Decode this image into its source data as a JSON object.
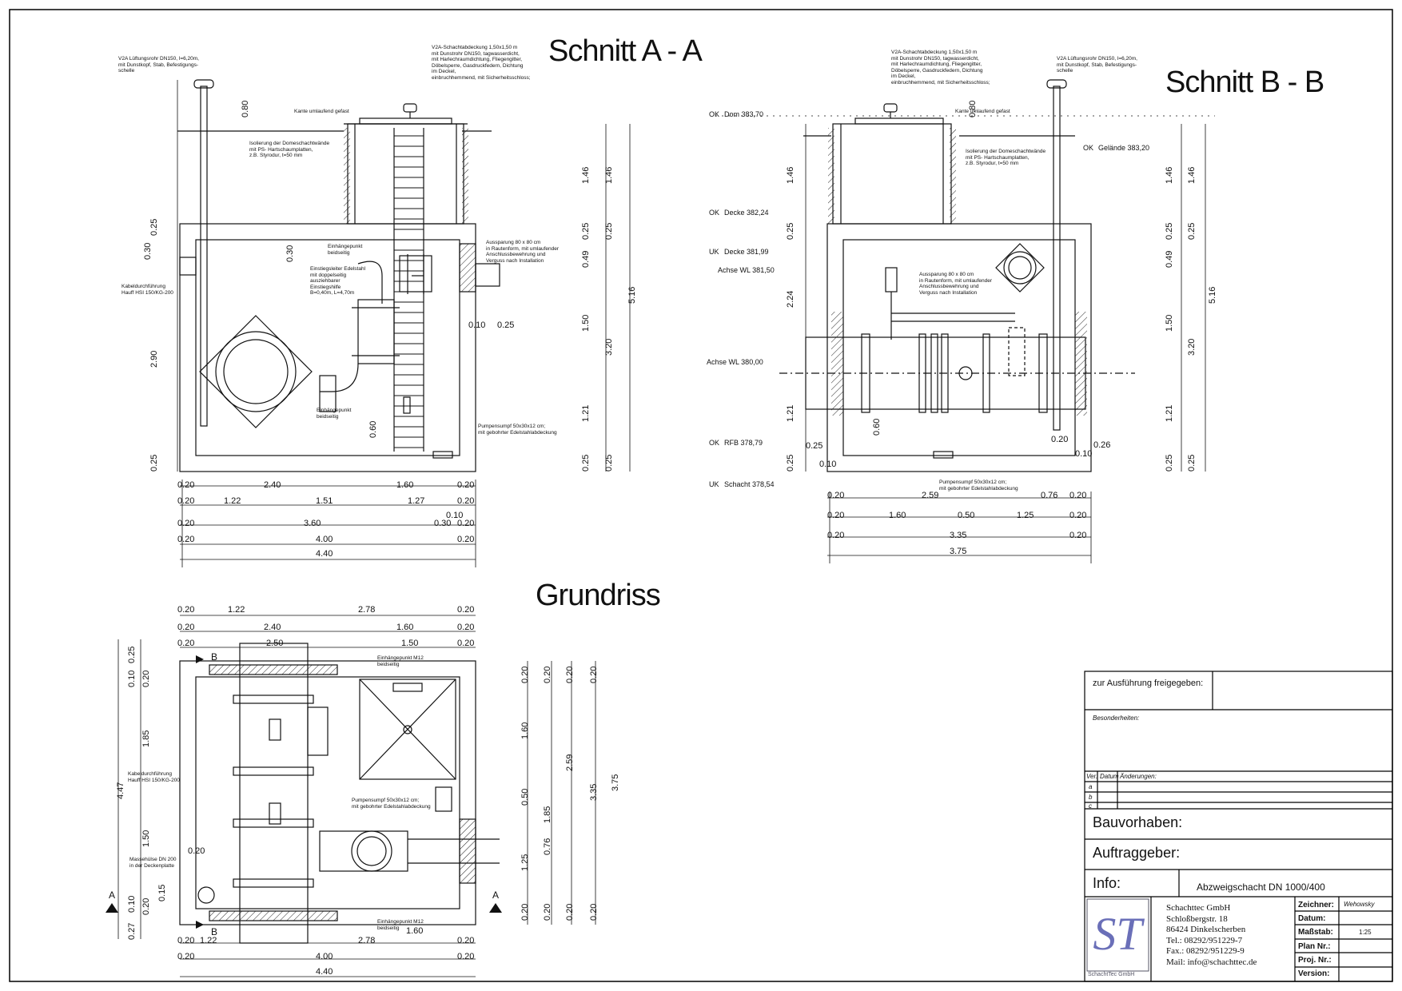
{
  "titles": {
    "schnitt_aa": "Schnitt A - A",
    "schnitt_bb": "Schnitt B - B",
    "grundriss": "Grundriss"
  },
  "section_aa": {
    "notes": {
      "vent_pipe": "V2A Lüftungsrohr DN150, l=6,20m,\nmit Dunstkopf, Stab, Befestigungs-\nschelle",
      "shaft_cover": "V2A-Schachtabdeckung 1,50x1,50 m\nmit Dunstrohr DN150, tagwasserdicht,\nmit Harlechraumdichtung, Fliegengitter,\nDöbelsperre, Gasdruckfedern, Dichtung\nim Deckel,\neinbruchhemmend, mit Sicherheitsschloss;",
      "edge": "Kante umlaufend gefast",
      "insulation": "Isolierung der Domeschachtwände\nmit PS- Hartschaumplatten,\nz.B. Styrodur, t=50 mm",
      "opening": "Aussparung 80 x 80 cm\nin Rautenform, mit umlaufender\nAnschlussbewehrung und\nVerguss nach Installation",
      "anchor_top": "Einhängepunkt\nbeidseitig",
      "ladder": "Einstiegsleiter Edelstahl\nmit doppelseitig\nausziehbarer\nEinstiegshilfe\nB=0,40m, L=4,70m",
      "cable": "Kabeldurchführung\nHauff HSI 150/KG-200",
      "anchor_bottom": "Einhängepunkt\nbeidseitig",
      "sump": "Pumpensumpf 50x30x12 cm;\nmit gebohrter Edelstahlabdeckung"
    },
    "vdims_left": [
      "0.80",
      "0.30",
      "0.25",
      "0.30",
      "2.90",
      "0.25"
    ],
    "vdims_right1": [
      "1.46",
      "0.25",
      "0.49",
      "1.50",
      "1.21",
      "0.25"
    ],
    "vdims_right2": [
      "1.46",
      "0.25",
      "3.20",
      "0.25"
    ],
    "vdim_total": "5.16",
    "dims_inner": [
      "0.10",
      "0.25",
      "0.60"
    ],
    "hdims": {
      "r1": [
        "0.20",
        "2.40",
        "1.60",
        "0.20"
      ],
      "r2": [
        "0.20",
        "1.22",
        "1.51",
        "1.27",
        "0.20"
      ],
      "r3": [
        "0.20",
        "3.60",
        "0.10",
        "0.30",
        "0.20"
      ],
      "r4": [
        "0.20",
        "4.00",
        "0.20"
      ],
      "r5": [
        "4.40"
      ]
    }
  },
  "section_bb": {
    "levels": [
      {
        "tag": "OK",
        "text": "Dom 383,70"
      },
      {
        "tag": "OK",
        "text": "Decke 382,24"
      },
      {
        "tag": "UK",
        "text": "Decke 381,99"
      },
      {
        "tag": "",
        "text": "Achse WL 381,50"
      },
      {
        "tag": "",
        "text": "Achse WL 380,00"
      },
      {
        "tag": "OK",
        "text": "RFB 378,79"
      },
      {
        "tag": "UK",
        "text": "Schacht 378,54"
      }
    ],
    "ground": {
      "tag": "OK",
      "text": "Gelände 383,20"
    },
    "notes": {
      "shaft_cover": "V2A-Schachtabdeckung 1,50x1,50 m\nmit Dunstrohr DN150, tagwasserdicht,\nmit Harlechraumdichtung, Fliegengitter,\nDöbelsperre, Gasdruckfedern, Dichtung\nim Deckel,\neinbruchhemmend, mit Sicherheitsschloss;",
      "vent_pipe": "V2A Lüftungsrohr DN150, l=6,20m,\nmit Dunstkopf, Stab, Befestigungs-\nschelle",
      "edge": "Kante umlaufend gefast",
      "insulation": "Isolierung der Domeschachtwände\nmit PS- Hartschaumplatten,\nz.B. Styrodur, t=50 mm",
      "opening": "Aussparung 80 x 80 cm\nin Rautenform, mit umlaufender\nAnschlussbewehrung und\nVerguss nach Installation",
      "sump": "Pumpensumpf 50x30x12 cm;\nmit gebohrter Edelstahlabdeckung"
    },
    "vdims_left": [
      "0.80",
      "1.46",
      "0.25",
      "2.24",
      "1.21",
      "0.25"
    ],
    "vdims_right1": [
      "1.46",
      "0.25",
      "0.49",
      "1.50",
      "1.21",
      "0.25"
    ],
    "vdims_right2": [
      "1.46",
      "0.25",
      "3.20",
      "0.25"
    ],
    "vdim_total": "5.16",
    "dims_inner": [
      "0.25",
      "0.10",
      "0.60",
      "0.20",
      "0.10",
      "0.26"
    ],
    "hdims": {
      "r1": [
        "0.20",
        "2.59",
        "0.76",
        "0.20"
      ],
      "r2": [
        "0.20",
        "1.60",
        "0.50",
        "1.25",
        "0.20"
      ],
      "r3": [
        "0.20",
        "3.35",
        "0.20"
      ],
      "r4": [
        "3.75"
      ]
    }
  },
  "grundriss": {
    "notes": {
      "anchor_top": "Einhängepunkt M12\nbeidseitig",
      "anchor_bottom": "Einhängepunkt M12\nbeidseitig",
      "cable": "Kabeldurchführung\nHauff HSI 150/KG-200",
      "sump": "Pumpensumpf 50x30x12 cm;\nmit gebohrter Edelstahlabdeckung",
      "vent_hole": "Massehülse DN 200\nin der Deckenplatte"
    },
    "section_marks": [
      "B",
      "B",
      "A",
      "A"
    ],
    "hdims_top": {
      "r1": [
        "0.20",
        "1.22",
        "2.78",
        "0.20"
      ],
      "r2": [
        "0.20",
        "2.40",
        "1.60",
        "0.20"
      ],
      "r3": [
        "0.20",
        "2.50",
        "1.50",
        "0.20"
      ]
    },
    "hdims_bottom": {
      "r1": [
        "0.20",
        "1.22",
        "2.78",
        "0.20"
      ],
      "r2": [
        "0.20",
        "4.00",
        "0.20"
      ],
      "r3": [
        "4.40"
      ]
    },
    "inner_dims": [
      "1.60",
      "0.20",
      "0.15"
    ],
    "vdims_left1": [
      "0.25",
      "0.10",
      "0.20",
      "1.85",
      "1.50",
      "0.10",
      "0.20",
      "0.27"
    ],
    "vdim_left_total": "4.47",
    "vdims_right1": [
      "0.20",
      "1.60",
      "0.50",
      "1.25",
      "0.20"
    ],
    "vdims_right2": [
      "0.20",
      "2.59",
      "0.76",
      "0.20"
    ],
    "vdims_right3": [
      "0.20",
      "3.35",
      "0.20"
    ],
    "vdims_right4": [
      "0.20",
      "1.85",
      "0.20"
    ],
    "vdim_total": "3.75"
  },
  "title_block": {
    "release": "zur Ausführung freigegeben:",
    "remarks": "Besonderheiten:",
    "rev_headers": [
      "Ver.",
      "Datum",
      "Änderungen:"
    ],
    "rev_rows": [
      "a",
      "b",
      "c"
    ],
    "project_label": "Bauvorhaben:",
    "client_label": "Auftraggeber:",
    "info_label": "Info:",
    "info_value": "Abzweigschacht DN 1000/400",
    "logo_letters": "ST",
    "logo_caption": "SchachtTec GmbH",
    "company": "Schachttec GmbH\nSchloßbergstr. 18\n86424 Dinkelscherben\nTel.: 08292/951229-7\nFax.: 08292/951229-9\nMail: info@schachttec.de",
    "fields": [
      {
        "label": "Zeichner:",
        "value": "Wehowsky"
      },
      {
        "label": "Datum:",
        "value": ""
      },
      {
        "label": "Maßstab:",
        "value": "1:25"
      },
      {
        "label": "Plan Nr.:",
        "value": ""
      },
      {
        "label": "Proj. Nr.:",
        "value": ""
      },
      {
        "label": "Version:",
        "value": ""
      }
    ]
  }
}
